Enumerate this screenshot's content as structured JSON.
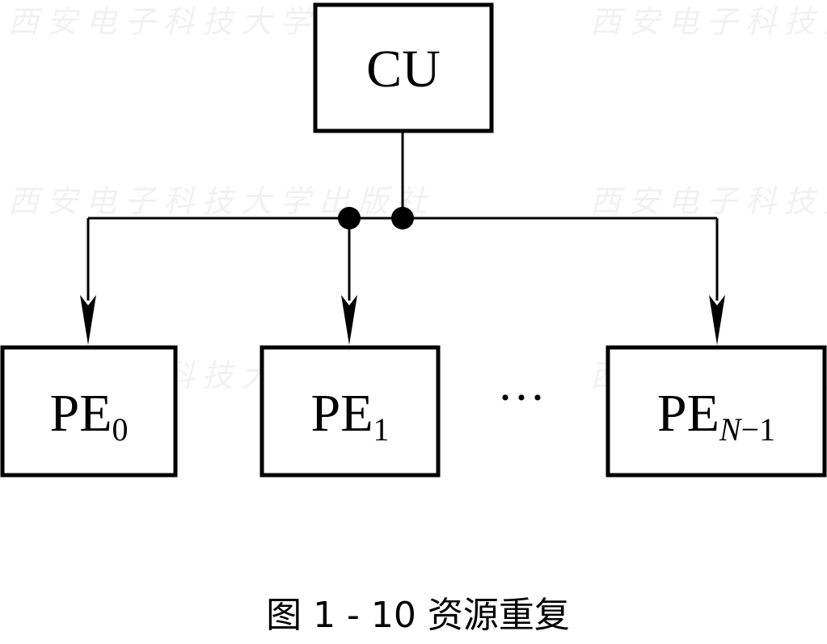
{
  "watermark": "西安电子科技大学出版社",
  "nodes": {
    "cu": {
      "label": "CU"
    },
    "pe0": {
      "label": "PE",
      "sub": "0"
    },
    "pe1": {
      "label": "PE",
      "sub": "1"
    },
    "pen": {
      "label": "PE",
      "sub_var": "N",
      "sub_rest": "−1"
    }
  },
  "ellipsis": "···",
  "caption": "图 1 - 10  资源重复"
}
